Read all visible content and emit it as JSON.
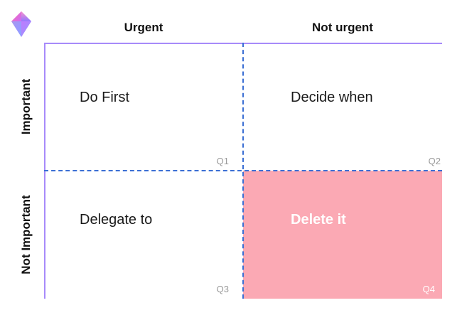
{
  "logo": {
    "icon": "diamond-logo-icon"
  },
  "columns": {
    "urgent": "Urgent",
    "not_urgent": "Not urgent"
  },
  "rows": {
    "important": "Important",
    "not_important": "Not Important"
  },
  "quadrants": [
    {
      "id": "Q1",
      "label": "Do First",
      "color": "#ffffff"
    },
    {
      "id": "Q2",
      "label": "Decide when",
      "color": "#ffffff"
    },
    {
      "id": "Q3",
      "label": "Delegate to",
      "color": "#ffffff"
    },
    {
      "id": "Q4",
      "label": "Delete it",
      "color": "#fba9b4"
    }
  ],
  "colors": {
    "axis": "#a78bfa",
    "divider": "#3b6fd4",
    "highlight": "#fba9b4"
  }
}
